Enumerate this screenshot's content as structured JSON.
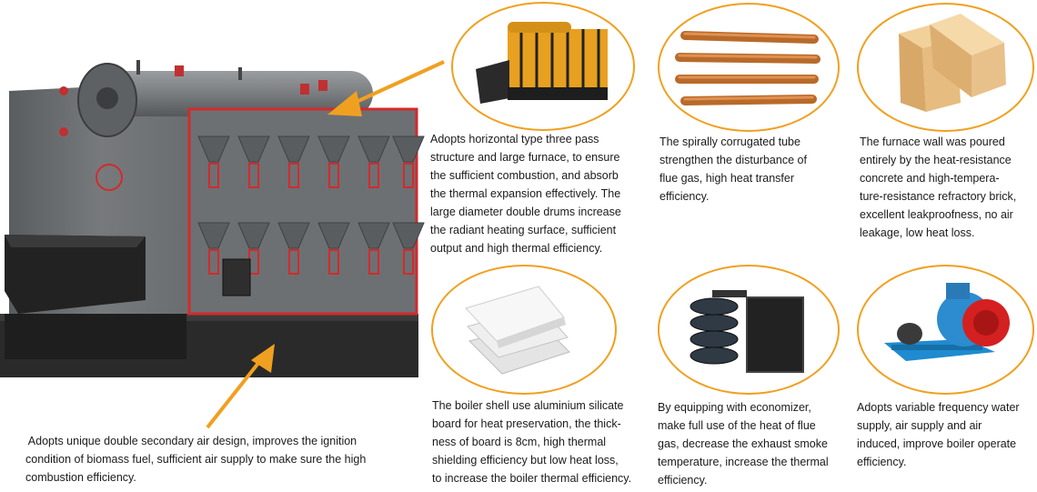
{
  "colors": {
    "accent_orange": "#f0a020",
    "boiler_body": "#6f7275",
    "boiler_dark": "#2a2a2a",
    "frame_red": "#d42a2a",
    "brick": "#e2b87a"
  },
  "captions": {
    "horizontal_structure": {
      "lines": [
        "Adopts horizontal type three pass",
        "structure and large furnace, to ensure",
        "the sufficient combustion, and absorb",
        "the thermal expansion effectively. The",
        "large diameter double drums increase",
        "the radiant heating surface, sufficient",
        "output and high thermal efficiency."
      ]
    },
    "corrugated_tube": {
      "lines": [
        "The spirally corrugated tube",
        "strengthen the disturbance of",
        "flue gas, high heat transfer",
        "efficiency."
      ]
    },
    "furnace_wall": {
      "lines": [
        "The furnace wall was poured",
        "entirely by the heat-resistance",
        "concrete and high-tempera-",
        "ture-resistance refractory brick,",
        "excellent leakproofness, no air",
        "leakage, low heat loss."
      ]
    },
    "secondary_air": {
      "lines": [
        " Adopts unique double secondary air design, improves the ignition",
        "condition of biomass fuel, sufficient air supply to make sure the high",
        "combustion efficiency."
      ]
    },
    "aluminium_silicate": {
      "lines": [
        "The boiler shell use aluminium silicate",
        "board for heat preservation, the thick-",
        "ness of board is 8cm, high thermal",
        "shielding efficiency but low heat loss,",
        "to increase the boiler thermal efficiency."
      ]
    },
    "economizer": {
      "lines": [
        "By equipping with economizer,",
        "make full use of the heat of flue",
        "gas, decrease the exhaust smoke",
        "temperature, increase the thermal",
        "efficiency."
      ]
    },
    "variable_frequency": {
      "lines": [
        "Adopts variable frequency water",
        "supply, air supply and air",
        "induced, improve boiler operate",
        "efficiency."
      ]
    }
  }
}
